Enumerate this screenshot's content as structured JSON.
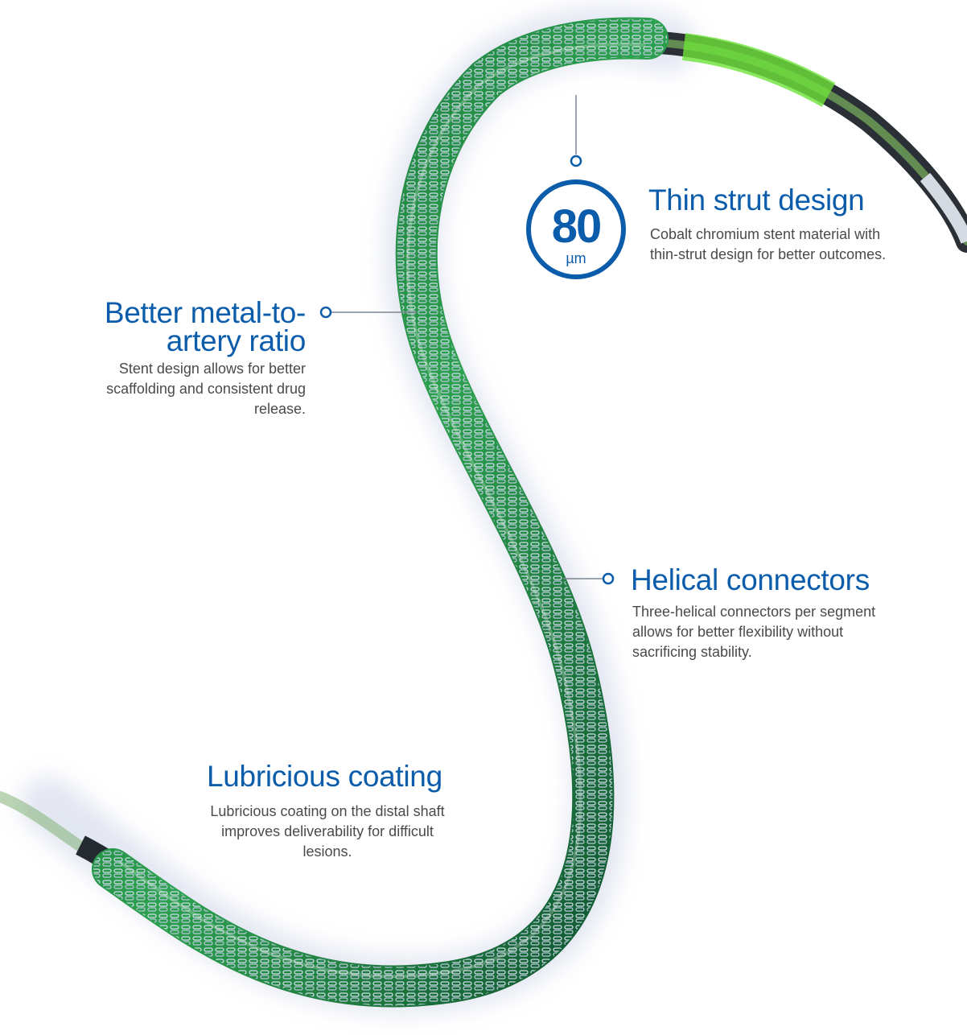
{
  "badge": {
    "value": "80",
    "unit": "µm"
  },
  "features": {
    "thin_strut": {
      "title": "Thin strut design",
      "description": "Cobalt chromium stent material with thin-strut design for better outcomes."
    },
    "metal_ratio": {
      "title_line1": "Better metal-to-",
      "title_line2": "artery ratio",
      "description": "Stent design allows for better scaffolding and consistent drug release."
    },
    "helical": {
      "title": "Helical connectors",
      "description": "Three-helical connectors per segment allows for better flexibility without sacrificing stability."
    },
    "lubricious": {
      "title": "Lubricious coating",
      "description": "Lubricious coating on the distal shaft improves deliverability for difficult lesions."
    }
  },
  "colors": {
    "brand_blue": "#0b5cab",
    "stent_green": "#1f8a2e",
    "text_gray": "#4a4a4a"
  },
  "icons": [
    "stent-illustration",
    "callout-dot-icon",
    "measurement-badge-icon"
  ]
}
